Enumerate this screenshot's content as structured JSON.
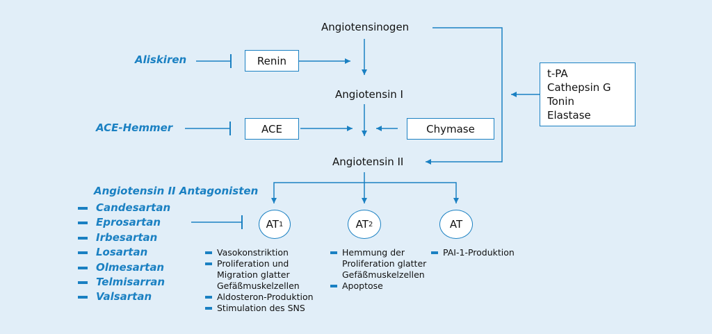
{
  "nodes": {
    "angiotensinogen": "Angiotensinogen",
    "angiotensin1": "Angiotensin I",
    "angiotensin2": "Angiotensin II"
  },
  "enzymes": {
    "renin": "Renin",
    "ace": "ACE",
    "chymase": "Chymase",
    "alt_enzymes": [
      "t-PA",
      "Cathepsin G",
      "Tonin",
      "Elastase"
    ]
  },
  "drugs": {
    "aliskiren": "Aliskiren",
    "ace_inhibitor": "ACE-Hemmer",
    "antagonists_title": "Angiotensin II Antagonisten",
    "antagonists": [
      "Candesartan",
      "Eprosartan",
      "Irbesartan",
      "Losartan",
      "Olmesartan",
      "Telmisarran",
      "Valsartan"
    ]
  },
  "receptors": {
    "at1": {
      "base": "AT",
      "sub": "1"
    },
    "at2": {
      "base": "AT",
      "sub": "2"
    },
    "at": {
      "base": "AT"
    }
  },
  "effects": {
    "at1": [
      "Vasokonstriktion",
      "Proliferation und Migration glatter Gefäßmuskelzellen",
      "Aldosteron-Produktion",
      "Stimulation des SNS"
    ],
    "at2": [
      "Hemmung der Proliferation glatter Gefäßmuskelzellen",
      "Apoptose"
    ],
    "at": [
      "PAI-1-Produktion"
    ]
  },
  "colors": {
    "accent": "#1a80c2",
    "background": "#e1eef8",
    "box": "#ffffff",
    "text": "#111111"
  }
}
